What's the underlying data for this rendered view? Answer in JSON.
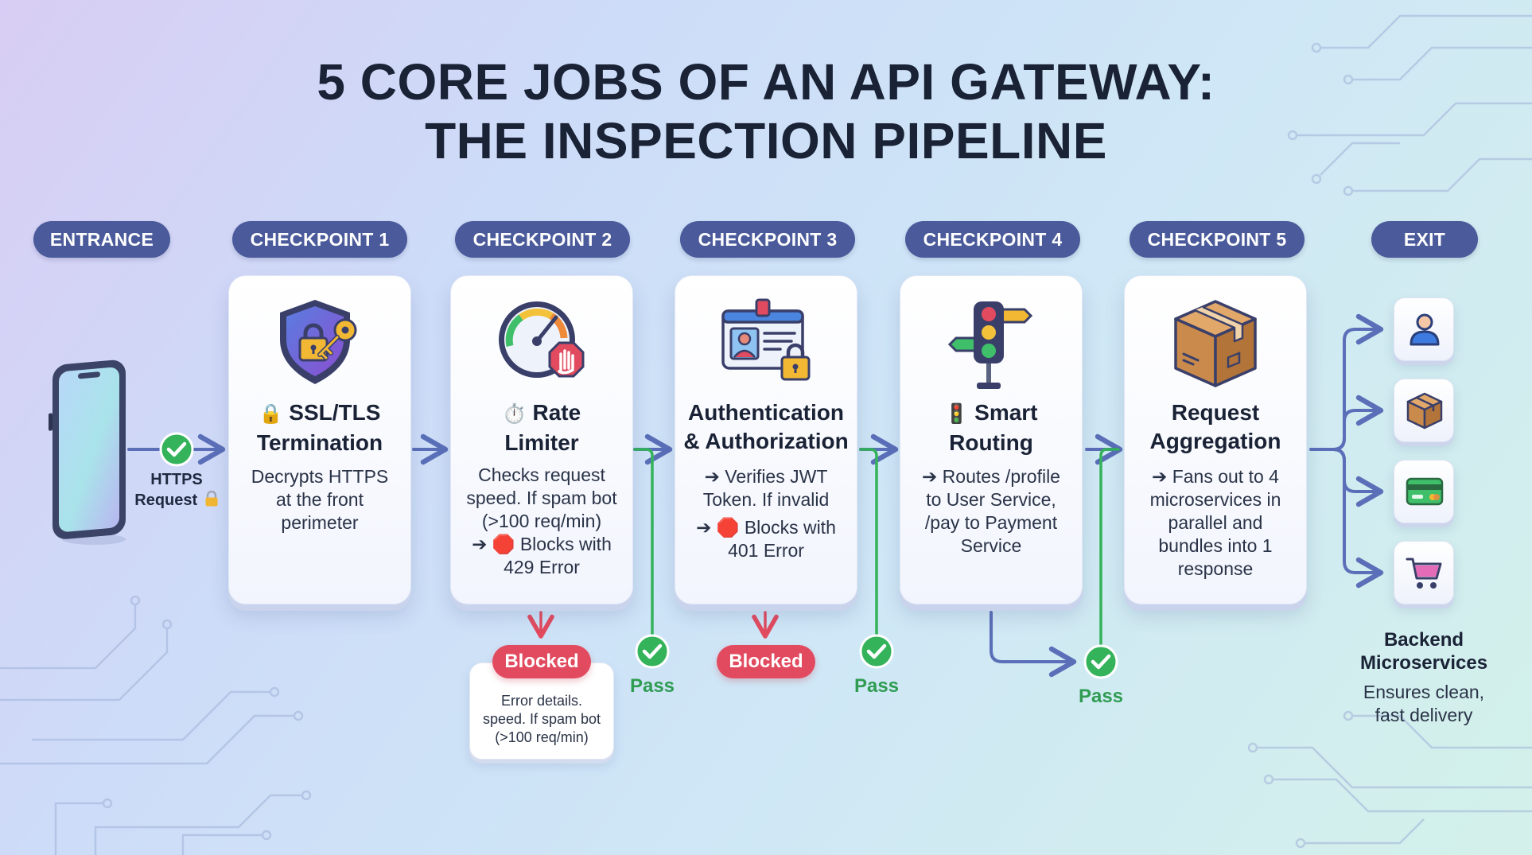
{
  "title": {
    "line1": "5 CORE JOBS OF AN API GATEWAY:",
    "line2": "THE INSPECTION PIPELINE"
  },
  "stages": {
    "entrance": "ENTRANCE",
    "cp1": "CHECKPOINT 1",
    "cp2": "CHECKPOINT 2",
    "cp3": "CHECKPOINT 3",
    "cp4": "CHECKPOINT 4",
    "cp5": "CHECKPOINT 5",
    "exit": "EXIT"
  },
  "request": {
    "line1": "HTTPS",
    "line2": "Request",
    "icon": "lock-icon"
  },
  "cards": {
    "ssl": {
      "title_icon": "🔒",
      "title1": "SSL/TLS",
      "title2": "Termination",
      "desc1": "Decrypts HTTPS",
      "desc2": "at the front",
      "desc3": "perimeter",
      "icon": "shield-key-icon"
    },
    "rate": {
      "title_icon": "⏱️",
      "title1": "Rate",
      "title2": "Limiter",
      "desc1": "Checks request",
      "desc2": "speed. If spam bot",
      "desc3": "(>100 req/min)",
      "desc4_arrow": "➔",
      "desc4_icon": "🛑",
      "desc4": "Blocks with",
      "desc5": "429 Error",
      "icon": "speedometer-stop-icon"
    },
    "auth": {
      "title1": "Authentication",
      "title2": "& Authorization",
      "desc1_arrow": "➔",
      "desc1": "Verifies JWT",
      "desc2": "Token. If invalid",
      "desc3_arrow": "➔",
      "desc3_icon": "🛑",
      "desc3": "Blocks with",
      "desc4": "401 Error",
      "icon": "id-card-lock-icon"
    },
    "routing": {
      "title_icon": "🚦",
      "title1": "Smart",
      "title2": "Routing",
      "desc1_arrow": "➔",
      "desc1": "Routes /profile",
      "desc2": "to User Service,",
      "desc3": "/pay to Payment",
      "desc4": "Service",
      "icon": "traffic-light-signpost-icon"
    },
    "aggregation": {
      "title1": "Request",
      "title2": "Aggregation",
      "desc1_arrow": "➔",
      "desc1": "Fans out to 4",
      "desc2": "microservices in",
      "desc3": "parallel and",
      "desc4": "bundles into 1",
      "desc5": "response",
      "icon": "package-box-icon"
    }
  },
  "outcomes": {
    "blocked1": "Blocked",
    "blocked2": "Blocked",
    "pass1": "Pass",
    "pass2": "Pass",
    "pass3": "Pass"
  },
  "note": {
    "line1": "Error details.",
    "line2": "speed. If spam bot",
    "line3": "(>100 req/min)"
  },
  "exit": {
    "title1": "Backend",
    "title2": "Microservices",
    "desc1": "Ensures clean,",
    "desc2": "fast delivery"
  },
  "services": [
    "user-icon",
    "box-icon",
    "credit-card-icon",
    "shopping-cart-icon"
  ],
  "colors": {
    "pill": "#4a5a9a",
    "flow_arrow": "#5a6fb8",
    "pass_green": "#34b35a",
    "blocked_red": "#e24b5f"
  }
}
